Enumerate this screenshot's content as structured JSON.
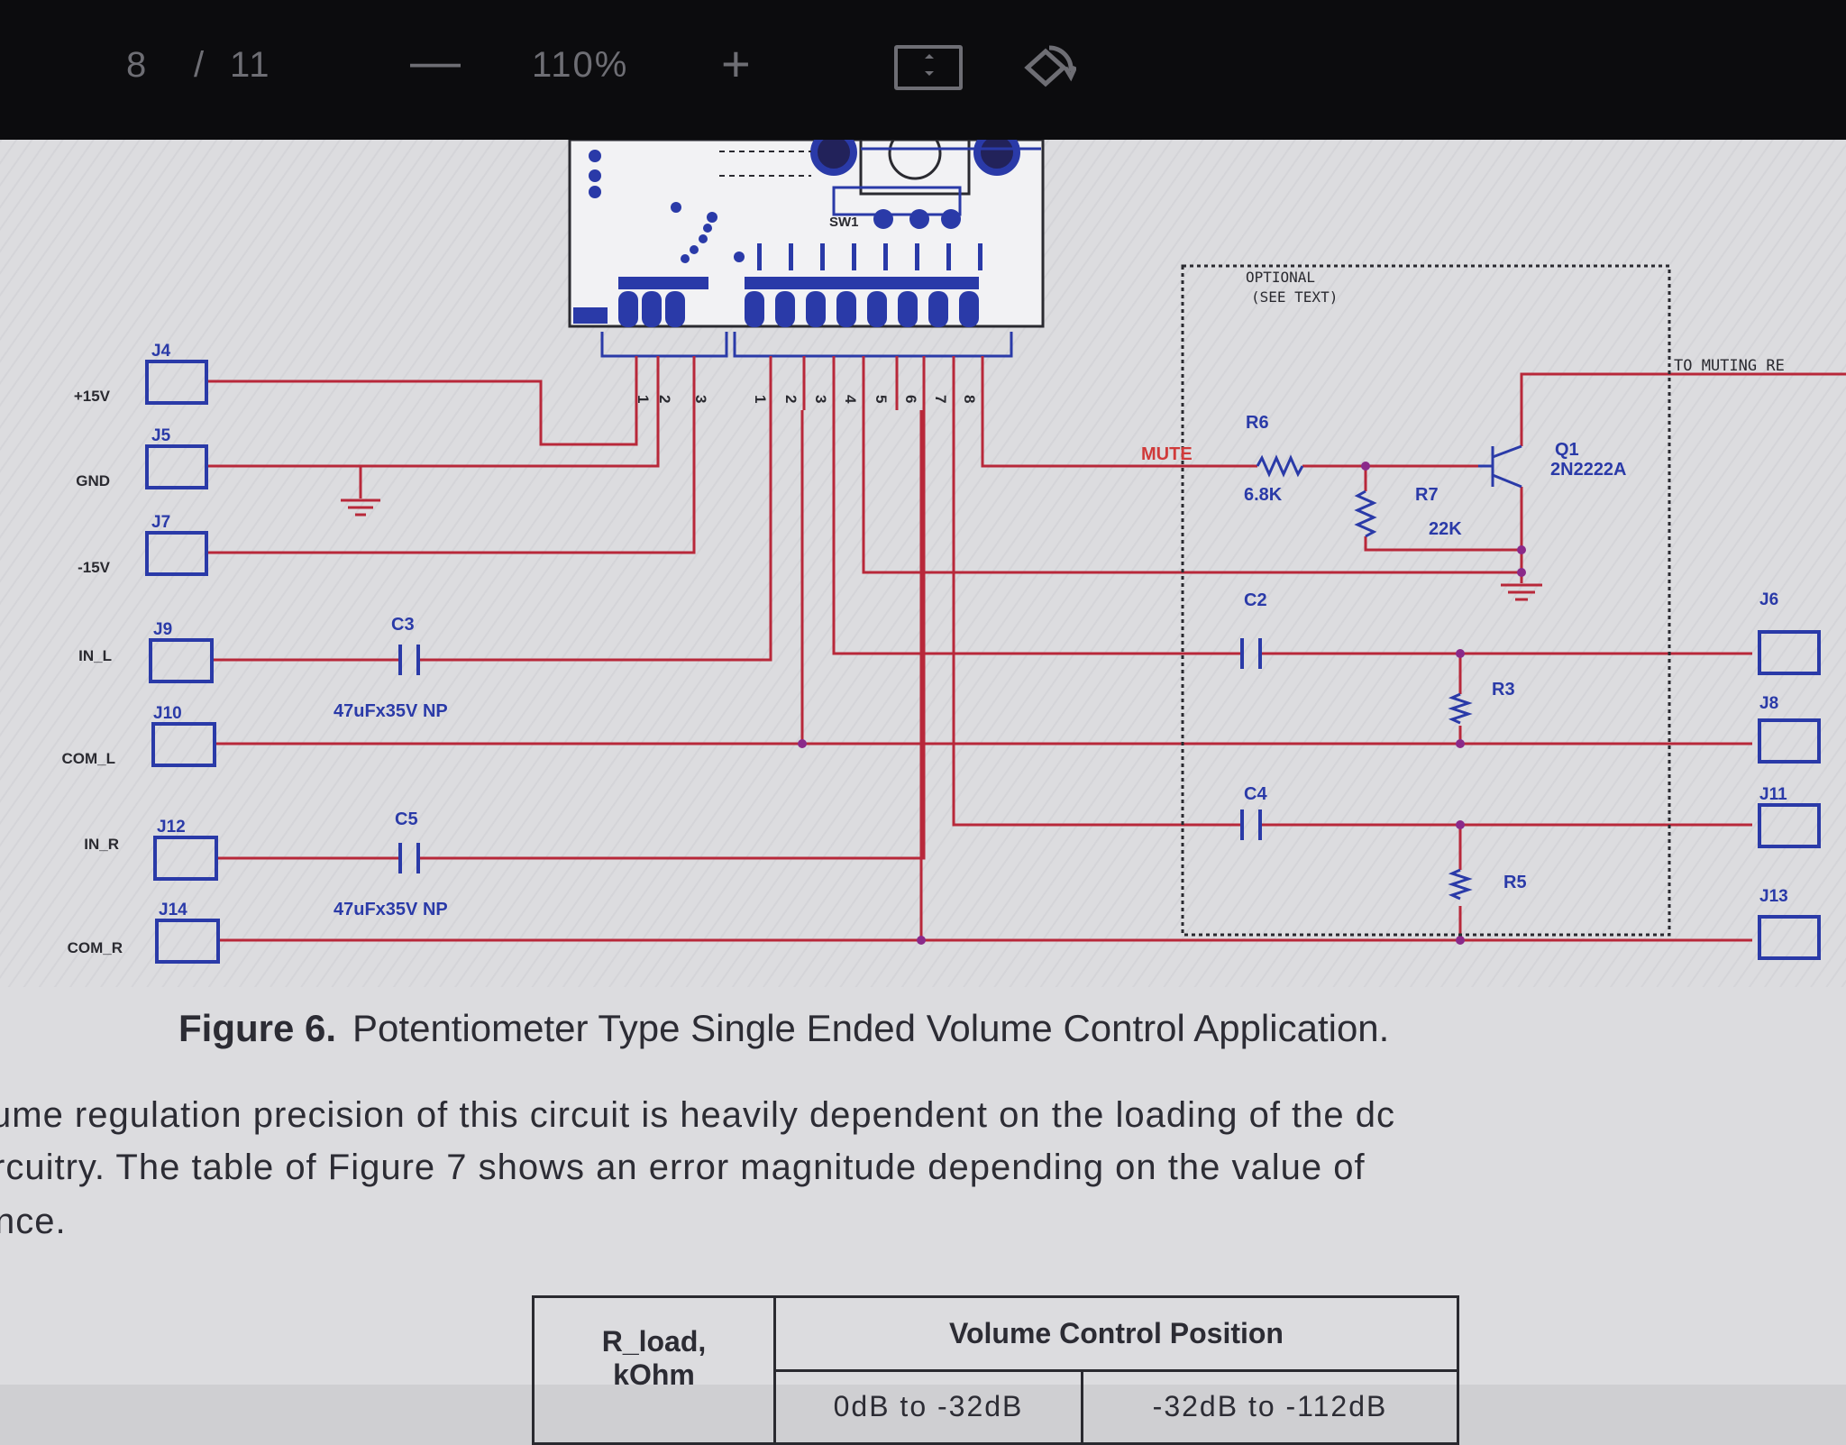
{
  "toolbar": {
    "page_current": "8",
    "page_separator": "/",
    "page_total": "11",
    "zoom_out_label": "—",
    "zoom_level": "110%",
    "zoom_in_label": "+"
  },
  "schematic": {
    "connectors_left": [
      {
        "ref": "J4",
        "net": "+15V"
      },
      {
        "ref": "J5",
        "net": "GND"
      },
      {
        "ref": "J7",
        "net": "-15V"
      },
      {
        "ref": "J9",
        "net": "IN_L"
      },
      {
        "ref": "J10",
        "net": "COM_L"
      },
      {
        "ref": "J12",
        "net": "IN_R"
      },
      {
        "ref": "J14",
        "net": "COM_R"
      }
    ],
    "connectors_right": [
      "J6",
      "J8",
      "J11",
      "J13"
    ],
    "sw_label": "SW1",
    "pins_a": [
      "1",
      "2",
      "3"
    ],
    "pins_b": [
      "1",
      "2",
      "3",
      "4",
      "5",
      "6",
      "7",
      "8"
    ],
    "optional_line1": "OPTIONAL",
    "optional_line2": "(SEE TEXT)",
    "to_muting": "TO MUTING RE",
    "mute_label": "MUTE",
    "r6_ref": "R6",
    "r6_val": "6.8K",
    "r7_ref": "R7",
    "r7_val": "22K",
    "q1_ref": "Q1",
    "q1_val": "2N2222A",
    "c2_ref": "C2",
    "c3_ref": "C3",
    "c3_val": "47uFx35V NP",
    "c4_ref": "C4",
    "c5_ref": "C5",
    "c5_val": "47uFx35V NP",
    "r3_ref": "R3",
    "r5_ref": "R5",
    "colors": {
      "wire": "#b8283a",
      "part": "#2a3aa8",
      "dark": "#2a2a30"
    }
  },
  "caption": {
    "label": "Figure 6.",
    "text": "Potentiometer Type Single Ended Volume Control Application."
  },
  "body": {
    "line1": "ume regulation precision of this circuit is heavily dependent on the loading of the dc",
    "line2": "rcuitry.  The table of Figure 7 shows an error magnitude depending on the value of",
    "line3": "nce."
  },
  "table": {
    "col0_line1": "R_load,",
    "col0_line2": "kOhm",
    "group_header": "Volume Control Position",
    "sub1": "0dB to -32dB",
    "sub2": "-32dB to -112dB"
  }
}
